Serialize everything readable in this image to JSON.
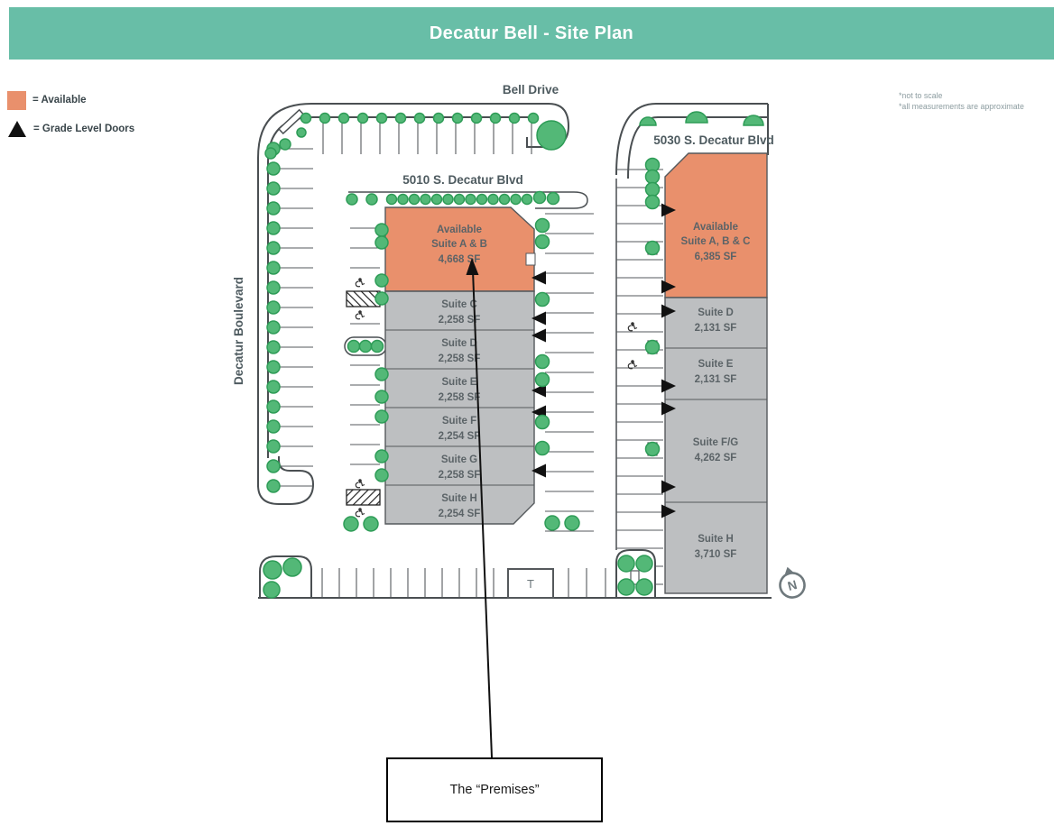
{
  "header": {
    "title": "Decatur Bell - Site Plan"
  },
  "legend": {
    "available": "= Available",
    "grade_level_doors": "= Grade Level Doors"
  },
  "notes": {
    "line1": "*not to scale",
    "line2": "*all measurements are approximate"
  },
  "streets": {
    "north": "Bell Drive",
    "west": "Decatur Boulevard"
  },
  "buildings": {
    "left": {
      "address": "5010 S. Decatur Blvd",
      "available_suite": {
        "line1": "Available",
        "line2": "Suite A & B",
        "sf": "4,668 SF"
      },
      "suites": [
        {
          "name": "Suite C",
          "sf": "2,258 SF"
        },
        {
          "name": "Suite D",
          "sf": "2,258 SF"
        },
        {
          "name": "Suite E",
          "sf": "2,258 SF"
        },
        {
          "name": "Suite F",
          "sf": "2,254 SF"
        },
        {
          "name": "Suite G",
          "sf": "2,258 SF"
        },
        {
          "name": "Suite H",
          "sf": "2,254 SF"
        }
      ]
    },
    "right": {
      "address": "5030 S. Decatur Blvd",
      "available_suite": {
        "line1": "Available",
        "line2": "Suite A, B & C",
        "sf": "6,385 SF"
      },
      "suites": [
        {
          "name": "Suite D",
          "sf": "2,131 SF"
        },
        {
          "name": "Suite E",
          "sf": "2,131 SF"
        },
        {
          "name": "Suite F/G",
          "sf": "4,262 SF"
        },
        {
          "name": "Suite H",
          "sf": "3,710 SF"
        }
      ]
    }
  },
  "plan": {
    "trash_enclosure": "T",
    "north_arrow": "N"
  },
  "callout": {
    "label": "The “Premises”"
  },
  "colors": {
    "header_bg": "#68BEA7",
    "available_fill": "#E9906C",
    "suite_fill": "#BDBFC1",
    "tree_fill": "#53B877",
    "tree_stroke": "#2E9C57",
    "line_dark": "#4A4F52",
    "text_slate": "#4D5A5F"
  }
}
